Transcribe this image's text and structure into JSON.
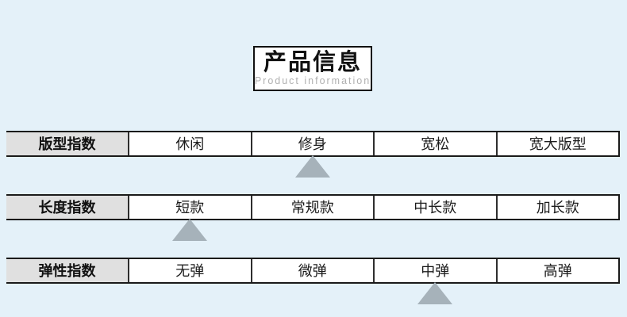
{
  "title": {
    "heading": "产品信息",
    "subheading": "Product information"
  },
  "table": {
    "rows": [
      {
        "label": "版型指数",
        "options": [
          "休闲",
          "修身",
          "宽松",
          "宽大版型"
        ],
        "selected": "修身",
        "selected_index": 1
      },
      {
        "label": "长度指数",
        "options": [
          "短款",
          "常规款",
          "中长款",
          "加长款"
        ],
        "selected": "短款",
        "selected_index": 0
      },
      {
        "label": "弹性指数",
        "options": [
          "无弹",
          "微弹",
          "中弹",
          "高弹"
        ],
        "selected": "中弹",
        "selected_index": 2
      }
    ]
  },
  "colors": {
    "background": "#e4f1f9",
    "label_cell_background": "#e0e0e0",
    "border": "#1a1a1a",
    "triangle_marker": "#a6b2ba",
    "subtitle_gray": "#b0b0b0"
  }
}
